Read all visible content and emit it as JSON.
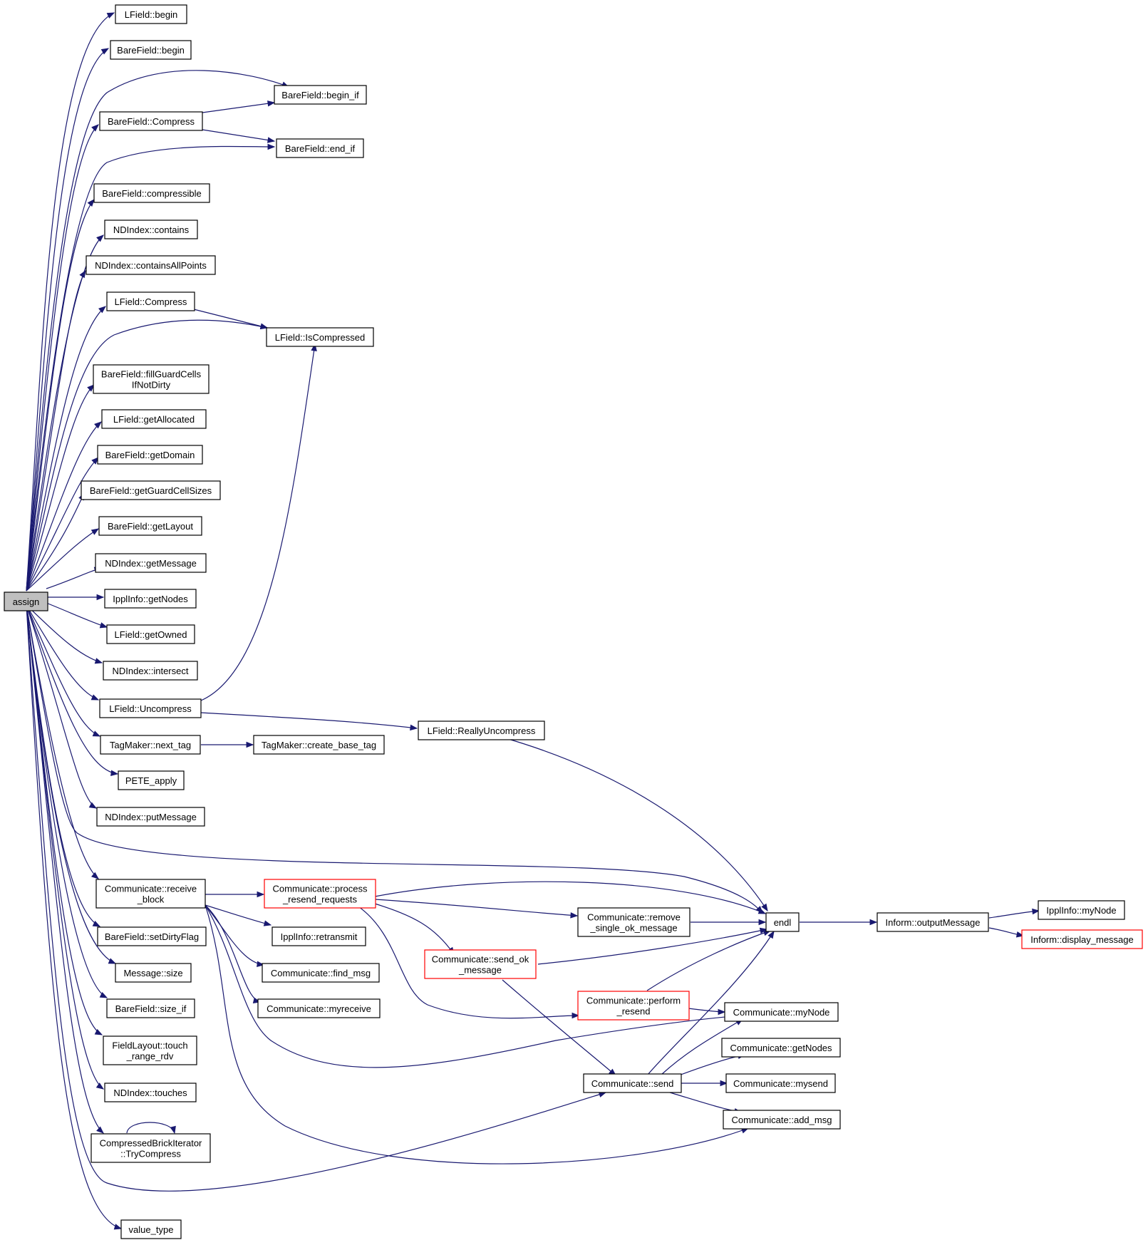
{
  "nodes": [
    {
      "id": "assign",
      "lines": [
        "assign"
      ]
    },
    {
      "id": "lfield_begin",
      "lines": [
        "LField::begin"
      ]
    },
    {
      "id": "barefield_begin",
      "lines": [
        "BareField::begin"
      ]
    },
    {
      "id": "barefield_begin_if",
      "lines": [
        "BareField::begin_if"
      ]
    },
    {
      "id": "barefield_compress",
      "lines": [
        "BareField::Compress"
      ]
    },
    {
      "id": "barefield_end_if",
      "lines": [
        "BareField::end_if"
      ]
    },
    {
      "id": "barefield_compressible",
      "lines": [
        "BareField::compressible"
      ]
    },
    {
      "id": "ndindex_contains",
      "lines": [
        "NDIndex::contains"
      ]
    },
    {
      "id": "ndindex_containsallpoints",
      "lines": [
        "NDIndex::containsAllPoints"
      ]
    },
    {
      "id": "lfield_compress",
      "lines": [
        "LField::Compress"
      ]
    },
    {
      "id": "lfield_iscompressed",
      "lines": [
        "LField::IsCompressed"
      ]
    },
    {
      "id": "barefield_fillguardcells",
      "lines": [
        "BareField::fillGuardCells",
        "IfNotDirty"
      ]
    },
    {
      "id": "lfield_getallocated",
      "lines": [
        "LField::getAllocated"
      ]
    },
    {
      "id": "barefield_getdomain",
      "lines": [
        "BareField::getDomain"
      ]
    },
    {
      "id": "barefield_getguardcellsizes",
      "lines": [
        "BareField::getGuardCellSizes"
      ]
    },
    {
      "id": "barefield_getlayout",
      "lines": [
        "BareField::getLayout"
      ]
    },
    {
      "id": "ndindex_getmessage",
      "lines": [
        "NDIndex::getMessage"
      ]
    },
    {
      "id": "ipplinfo_getnodes",
      "lines": [
        "IpplInfo::getNodes"
      ]
    },
    {
      "id": "lfield_getowned",
      "lines": [
        "LField::getOwned"
      ]
    },
    {
      "id": "ndindex_intersect",
      "lines": [
        "NDIndex::intersect"
      ]
    },
    {
      "id": "lfield_uncompress",
      "lines": [
        "LField::Uncompress"
      ]
    },
    {
      "id": "lfield_reallyuncompress",
      "lines": [
        "LField::ReallyUncompress"
      ]
    },
    {
      "id": "tagmaker_next_tag",
      "lines": [
        "TagMaker::next_tag"
      ]
    },
    {
      "id": "tagmaker_create_base_tag",
      "lines": [
        "TagMaker::create_base_tag"
      ]
    },
    {
      "id": "pete_apply",
      "lines": [
        "PETE_apply"
      ]
    },
    {
      "id": "ndindex_putmessage",
      "lines": [
        "NDIndex::putMessage"
      ]
    },
    {
      "id": "comm_receive_block",
      "lines": [
        "Communicate::receive",
        "_block"
      ]
    },
    {
      "id": "comm_process_resend",
      "lines": [
        "Communicate::process",
        "_resend_requests"
      ],
      "red": true
    },
    {
      "id": "endl",
      "lines": [
        "endl"
      ]
    },
    {
      "id": "inform_outputmessage",
      "lines": [
        "Inform::outputMessage"
      ]
    },
    {
      "id": "ipplinfo_mynode",
      "lines": [
        "IpplInfo::myNode"
      ]
    },
    {
      "id": "inform_display_message",
      "lines": [
        "Inform::display_message"
      ],
      "red": true
    },
    {
      "id": "comm_remove_single_ok",
      "lines": [
        "Communicate::remove",
        "_single_ok_message"
      ]
    },
    {
      "id": "barefield_setdirtyflag",
      "lines": [
        "BareField::setDirtyFlag"
      ]
    },
    {
      "id": "ipplinfo_retransmit",
      "lines": [
        "IpplInfo::retransmit"
      ]
    },
    {
      "id": "comm_send_ok_message",
      "lines": [
        "Communicate::send_ok",
        "_message"
      ],
      "red": true
    },
    {
      "id": "message_size",
      "lines": [
        "Message::size"
      ]
    },
    {
      "id": "comm_find_msg",
      "lines": [
        "Communicate::find_msg"
      ]
    },
    {
      "id": "barefield_size_if",
      "lines": [
        "BareField::size_if"
      ]
    },
    {
      "id": "comm_myreceive",
      "lines": [
        "Communicate::myreceive"
      ]
    },
    {
      "id": "comm_perform_resend",
      "lines": [
        "Communicate::perform",
        "_resend"
      ],
      "red": true
    },
    {
      "id": "comm_mynode",
      "lines": [
        "Communicate::myNode"
      ]
    },
    {
      "id": "fieldlayout_touch_range_rdv",
      "lines": [
        "FieldLayout::touch",
        "_range_rdv"
      ]
    },
    {
      "id": "comm_getnodes",
      "lines": [
        "Communicate::getNodes"
      ]
    },
    {
      "id": "comm_send",
      "lines": [
        "Communicate::send"
      ]
    },
    {
      "id": "comm_mysend",
      "lines": [
        "Communicate::mysend"
      ]
    },
    {
      "id": "ndindex_touches",
      "lines": [
        "NDIndex::touches"
      ]
    },
    {
      "id": "comm_add_msg",
      "lines": [
        "Communicate::add_msg"
      ]
    },
    {
      "id": "cbi_trycompress",
      "lines": [
        "CompressedBrickIterator",
        "::TryCompress"
      ]
    },
    {
      "id": "value_type",
      "lines": [
        "value_type"
      ]
    }
  ]
}
